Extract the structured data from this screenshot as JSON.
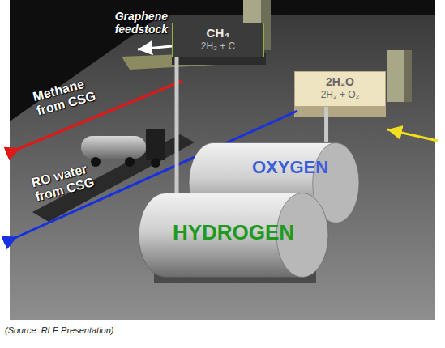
{
  "diagram": {
    "caption": "(Source: RLE Presentation)",
    "nodes": [
      {
        "text": [
          "CH₄",
          "2H₂ + C"
        ]
      },
      {
        "text": [
          "2H₂O",
          "2H₂ + O₂"
        ]
      },
      {
        "text": [
          "OXYGEN"
        ]
      },
      {
        "text": [
          "HYDROGEN"
        ]
      }
    ],
    "edges": [
      {
        "from": 0,
        "to": 3,
        "arrow": "none"
      },
      {
        "from": 1,
        "to": 2,
        "arrow": "none"
      }
    ],
    "labels": [
      "Graphene feedstock",
      "Methane from CSG",
      "RO water from CSG"
    ]
  }
}
